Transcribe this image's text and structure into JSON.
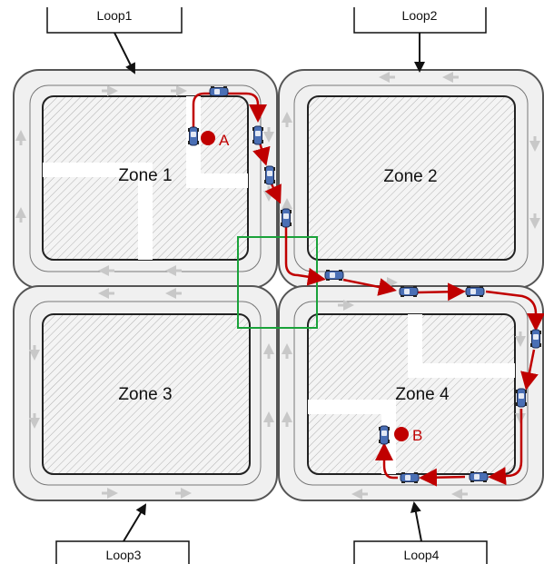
{
  "loops": [
    {
      "label": "Loop1"
    },
    {
      "label": "Loop2"
    },
    {
      "label": "Loop3"
    },
    {
      "label": "Loop4"
    }
  ],
  "zones": [
    {
      "label": "Zone 1"
    },
    {
      "label": "Zone 2"
    },
    {
      "label": "Zone 3"
    },
    {
      "label": "Zone 4"
    }
  ],
  "points": [
    {
      "label": "A"
    },
    {
      "label": "B"
    }
  ],
  "colors": {
    "route": "#c00000",
    "intersection": "#1aa23a",
    "vehicle": "#4a6fb5",
    "road": "#f0f0f0",
    "block_outline": "#222222",
    "lane_arrow": "#c8c8c8"
  }
}
